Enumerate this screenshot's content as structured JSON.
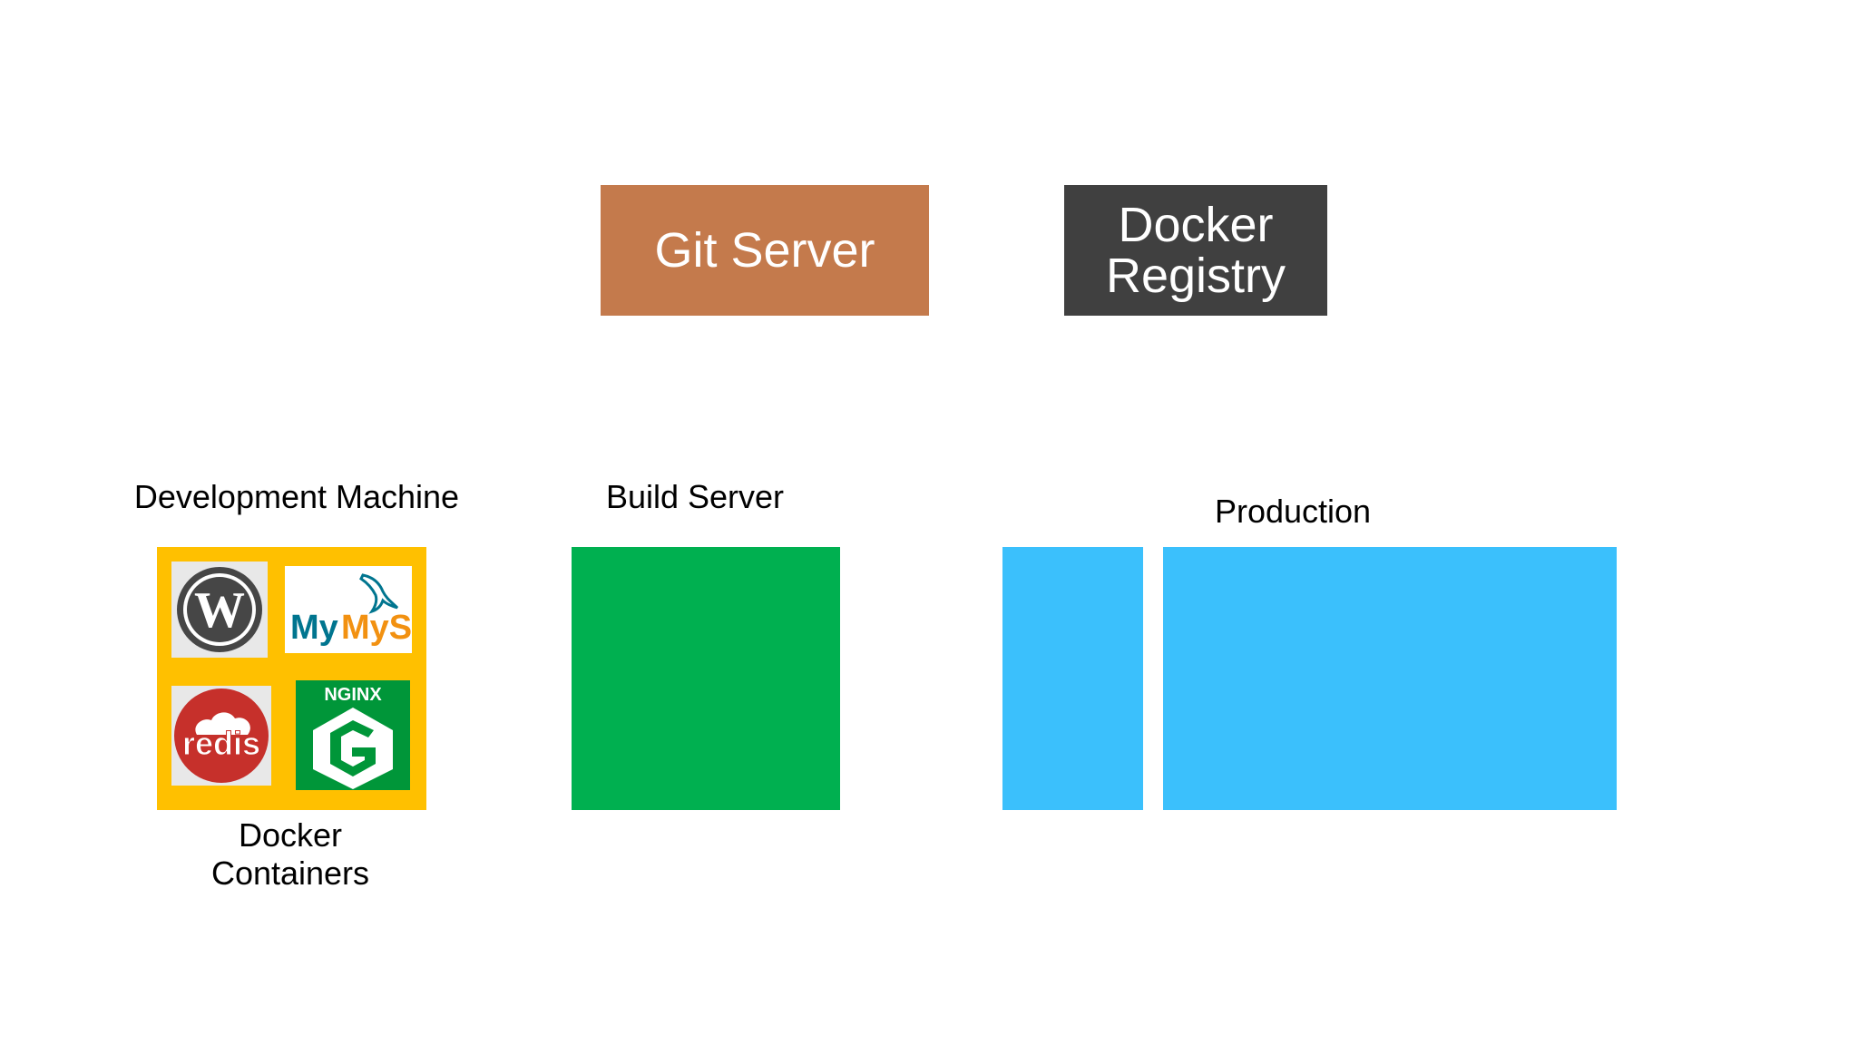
{
  "colors": {
    "git_server": "#C47A4C",
    "docker_registry": "#404040",
    "dev_machine_frame": "#FFC000",
    "build_server": "#00B050",
    "production": "#3BC0FC",
    "redis": "#C6302B",
    "nginx": "#009639",
    "mysql_blue": "#00758F",
    "mysql_orange": "#F29111",
    "wordpress": "#464646"
  },
  "top": {
    "git_server": "Git Server",
    "docker_registry_line1": "Docker",
    "docker_registry_line2": "Registry"
  },
  "labels": {
    "development_machine": "Development Machine",
    "build_server": "Build Server",
    "production": "Production",
    "docker_containers_line1": "Docker",
    "docker_containers_line2": "Containers"
  },
  "logos": {
    "wordpress": {
      "icon": "wordpress-icon"
    },
    "mysql": {
      "icon": "mysql-icon",
      "text": "MySQL"
    },
    "redis": {
      "icon": "redis-icon",
      "text": "redis"
    },
    "nginx": {
      "icon": "nginx-icon",
      "text": "NGINX"
    }
  }
}
